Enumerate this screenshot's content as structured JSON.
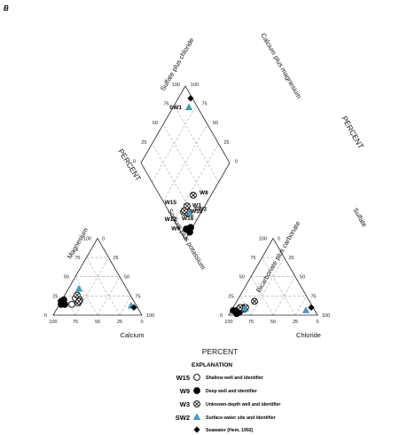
{
  "chart_data": {
    "type": "scatter",
    "panel_label": "B",
    "percent_label": "PERCENT",
    "ticks": [
      "0",
      "25",
      "50",
      "75",
      "100"
    ],
    "cation_triangle": {
      "left_axis_label": "Magnesium",
      "bottom_axis_label": "Calcium",
      "right_axis_label": "Sodium plus potassium"
    },
    "anion_triangle": {
      "left_axis_label": "Bicarbonate plus carbonate",
      "bottom_axis_label": "Chloride",
      "right_axis_label": "Sulfate"
    },
    "diamond": {
      "upper_left_axis_label": "Sulfate plus chloride",
      "upper_right_axis_label": "Calcium plus magnesium"
    },
    "categories": [
      {
        "key": "shallow",
        "id": "W15",
        "description": "Shallow well and identifier",
        "marker": "open-circle"
      },
      {
        "key": "deep",
        "id": "W9",
        "description": "Deep well and identifier",
        "marker": "filled-circle"
      },
      {
        "key": "unknown",
        "id": "W3",
        "description": "Unknown-depth well and identifier",
        "marker": "circle-x"
      },
      {
        "key": "surface",
        "id": "SW2",
        "description": "Surface-water site and identifier",
        "marker": "triangle",
        "color": "#3aa6cf"
      },
      {
        "key": "seawater",
        "id": "",
        "description": "Seawater (Hem, 1992)",
        "marker": "diamond"
      }
    ],
    "legend_title": "EXPLANATION",
    "samples": [
      {
        "id": "W15",
        "cat": "shallow",
        "ca": 62,
        "mg": 20,
        "na": 18,
        "hco3": 80,
        "cl": 12,
        "so4": 8
      },
      {
        "id": "W16",
        "cat": "shallow",
        "ca": 64,
        "mg": 16,
        "na": 20,
        "hco3": 84,
        "cl": 8,
        "so4": 8
      },
      {
        "id": "W12",
        "cat": "shallow",
        "ca": 72,
        "mg": 14,
        "na": 14,
        "hco3": 78,
        "cl": 12,
        "so4": 10
      },
      {
        "id": "",
        "cat": "shallow",
        "ca": 82,
        "mg": 16,
        "na": 2,
        "hco3": 88,
        "cl": 6,
        "so4": 6
      },
      {
        "id": "",
        "cat": "shallow",
        "ca": 64,
        "mg": 22,
        "na": 14,
        "hco3": 78,
        "cl": 14,
        "so4": 8
      },
      {
        "id": "W9",
        "cat": "deep",
        "ca": 78,
        "mg": 20,
        "na": 2,
        "hco3": 86,
        "cl": 10,
        "so4": 4
      },
      {
        "id": "",
        "cat": "deep",
        "ca": 82,
        "mg": 18,
        "na": 0,
        "hco3": 90,
        "cl": 8,
        "so4": 2
      },
      {
        "id": "",
        "cat": "deep",
        "ca": 80,
        "mg": 14,
        "na": 6,
        "hco3": 92,
        "cl": 2,
        "so4": 6
      },
      {
        "id": "",
        "cat": "deep",
        "ca": 84,
        "mg": 14,
        "na": 2,
        "hco3": 86,
        "cl": 8,
        "so4": 6
      },
      {
        "id": "W3",
        "cat": "unknown",
        "ca": 60,
        "mg": 26,
        "na": 14,
        "hco3": 80,
        "cl": 12,
        "so4": 8
      },
      {
        "id": "W18",
        "cat": "unknown",
        "ca": 62,
        "mg": 18,
        "na": 20,
        "hco3": 82,
        "cl": 8,
        "so4": 10
      },
      {
        "id": "W8",
        "cat": "unknown",
        "ca": 60,
        "mg": 20,
        "na": 20,
        "hco3": 62,
        "cl": 20,
        "so4": 18
      },
      {
        "id": "",
        "cat": "unknown",
        "ca": 62,
        "mg": 18,
        "na": 20,
        "hco3": 76,
        "cl": 14,
        "so4": 10
      },
      {
        "id": "SW2",
        "cat": "surface",
        "ca": 54,
        "mg": 34,
        "na": 12,
        "hco3": 78,
        "cl": 14,
        "so4": 8
      },
      {
        "id": "SW1",
        "cat": "surface",
        "ca": 6,
        "mg": 12,
        "na": 82,
        "hco3": 10,
        "cl": 84,
        "so4": 6
      },
      {
        "id": "",
        "cat": "seawater",
        "ca": 4,
        "mg": 10,
        "na": 86,
        "hco3": 2,
        "cl": 88,
        "so4": 10
      }
    ]
  }
}
